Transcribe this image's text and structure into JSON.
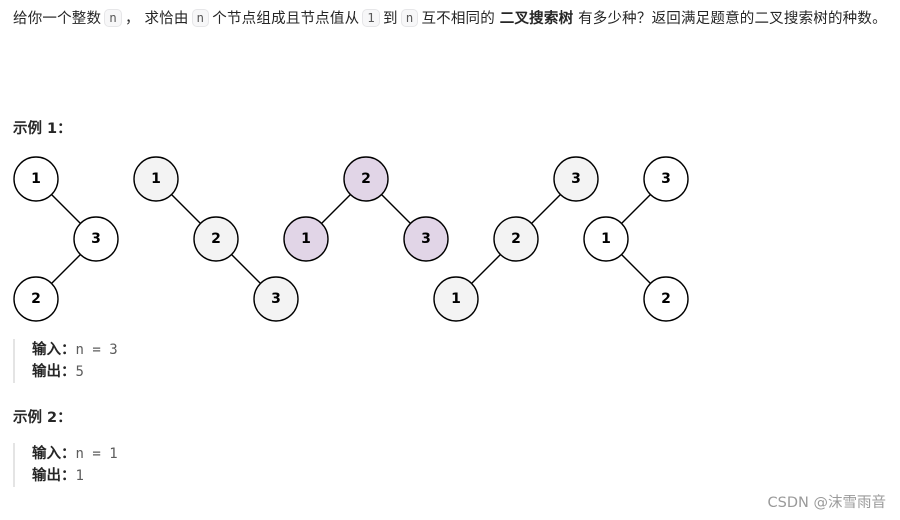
{
  "description": {
    "p1": "给你一个整数",
    "code_n_1": "n",
    "p2": "，  求恰由",
    "code_n_2": "n",
    "p3": "个节点组成且节点值从",
    "code_1": "1",
    "p4": "到",
    "code_n_3": "n",
    "p5": "互不相同的",
    "bold_term": "二叉搜索树",
    "p6": "有多少种？返回满足题意的二叉搜索树的种数。"
  },
  "example1": {
    "heading": "示例 1：",
    "input_label": "输入：",
    "input_value": "n = 3",
    "output_label": "输出：",
    "output_value": "5",
    "trees": [
      {
        "nodes": [
          "1",
          "3",
          "2"
        ],
        "highlighted": false
      },
      {
        "nodes": [
          "1",
          "2",
          "3"
        ],
        "highlighted": false
      },
      {
        "nodes": [
          "2",
          "1",
          "3"
        ],
        "highlighted": true
      },
      {
        "nodes": [
          "3",
          "2",
          "1"
        ],
        "highlighted": false
      },
      {
        "nodes": [
          "3",
          "1",
          "2"
        ],
        "highlighted": false
      }
    ]
  },
  "example2": {
    "heading": "示例 2：",
    "input_label": "输入：",
    "input_value": "n = 1",
    "output_label": "输出：",
    "output_value": "1"
  },
  "colors": {
    "white_node": "#ffffff",
    "gray_node": "#f3f3f3",
    "highlight_node": "#e1d5e7",
    "edge": "#000000"
  },
  "watermark": "CSDN @沫雪雨音"
}
